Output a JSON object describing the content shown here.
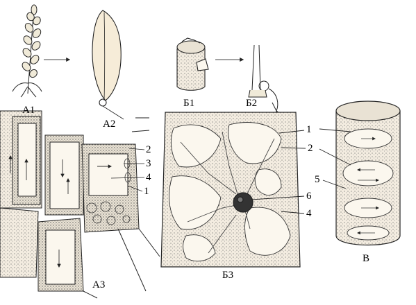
{
  "panels": {
    "a1": "А1",
    "a2": "А2",
    "a3": "А3",
    "b1": "Б1",
    "b2": "Б2",
    "b3": "Б3",
    "v": "В"
  },
  "callouts_a3": [
    "2",
    "3",
    "4",
    "1"
  ],
  "callouts_b3": [
    "1",
    "2",
    "6",
    "4"
  ],
  "callouts_v": [
    "5"
  ],
  "colors": {
    "ink": "#1a1a1a",
    "cytoplasm": "#f3ece0",
    "vacuole": "#fbf7ee",
    "stipple": "#777777"
  }
}
